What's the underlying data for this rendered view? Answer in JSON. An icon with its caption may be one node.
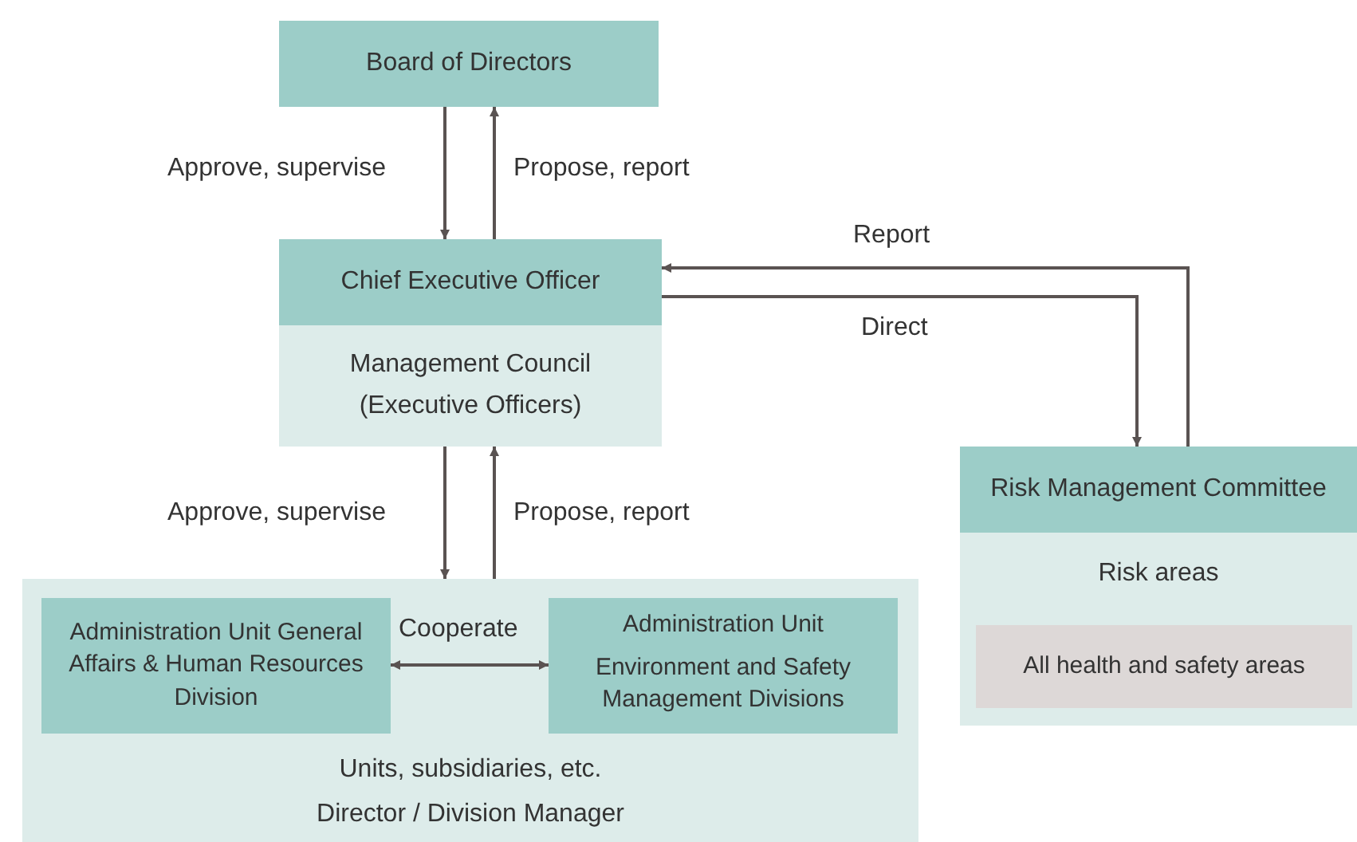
{
  "diagram": {
    "nodes": [
      {
        "text": [
          "Board of Directors"
        ]
      },
      {
        "text": [
          "Chief Executive Officer",
          "Management Council (Executive Officers)"
        ]
      },
      {
        "text": [
          "Units, subsidiaries, etc.",
          "Director / Division Manager"
        ]
      },
      {
        "text": [
          "Administration Unit General Affairs & Human Resources Division"
        ],
        "in": 2
      },
      {
        "text": [
          "Administration Unit",
          "Environment and Safety Management Divisions"
        ],
        "in": 2
      },
      {
        "text": [
          "Risk Management Committee",
          "Risk areas"
        ]
      },
      {
        "text": [
          "All health and safety areas"
        ],
        "in": 5
      }
    ],
    "edges": [
      {
        "from": 0,
        "to": 1,
        "arrow": "to",
        "label": "Approve, supervise"
      },
      {
        "from": 1,
        "to": 0,
        "arrow": "to",
        "label": "Propose, report"
      },
      {
        "from": 1,
        "to": 2,
        "arrow": "to",
        "label": "Approve, supervise"
      },
      {
        "from": 2,
        "to": 1,
        "arrow": "to",
        "label": "Propose, report"
      },
      {
        "from": 3,
        "to": 4,
        "arrow": "both",
        "label": "Cooperate"
      },
      {
        "from": 5,
        "to": 1,
        "arrow": "to",
        "label": "Report"
      },
      {
        "from": 1,
        "to": 5,
        "arrow": "to",
        "label": "Direct"
      }
    ]
  }
}
